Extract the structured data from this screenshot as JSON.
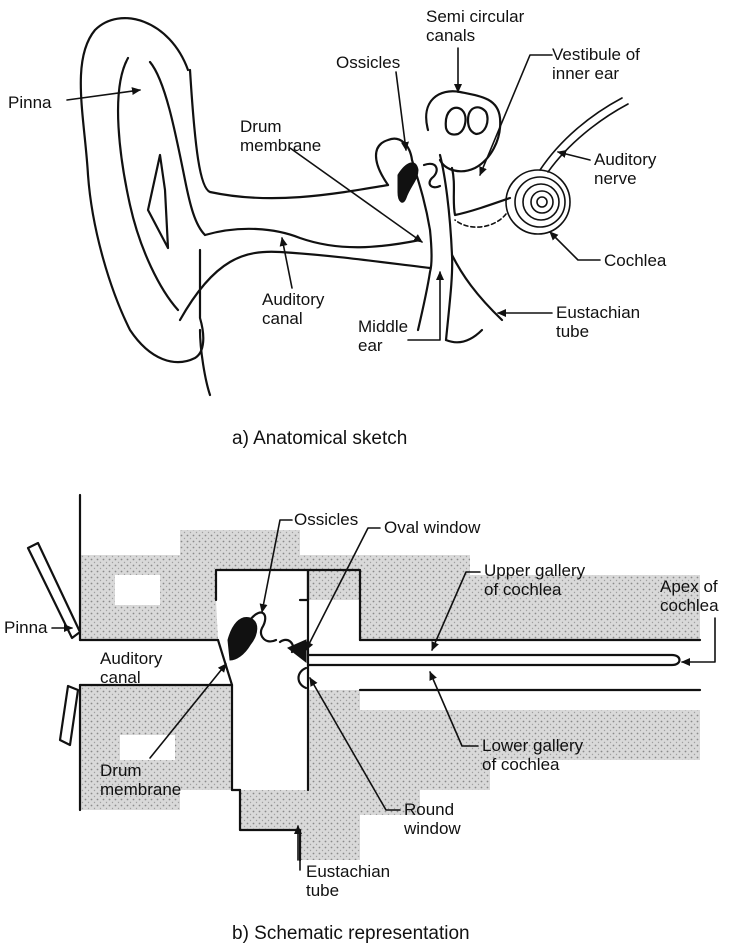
{
  "panel_a": {
    "caption": "a) Anatomical sketch",
    "labels": {
      "pinna": "Pinna",
      "semicircular_1": "Semi circular",
      "semicircular_2": "canals",
      "ossicles": "Ossicles",
      "vestibule_1": "Vestibule of",
      "vestibule_2": "inner ear",
      "drum_1": "Drum",
      "drum_2": "membrane",
      "auditory_nerve_1": "Auditory",
      "auditory_nerve_2": "nerve",
      "cochlea": "Cochlea",
      "auditory_canal_1": "Auditory",
      "auditory_canal_2": "canal",
      "eustachian_1": "Eustachian",
      "eustachian_2": "tube",
      "middle_ear_1": "Middle",
      "middle_ear_2": "ear"
    }
  },
  "panel_b": {
    "caption": "b) Schematic representation",
    "labels": {
      "ossicles": "Ossicles",
      "oval_window": "Oval window",
      "upper_gallery_1": "Upper gallery",
      "upper_gallery_2": "of cochlea",
      "apex_1": "Apex of",
      "apex_2": "cochlea",
      "pinna": "Pinna",
      "auditory_canal_1": "Auditory",
      "auditory_canal_2": "canal",
      "lower_gallery_1": "Lower gallery",
      "lower_gallery_2": "of cochlea",
      "drum_1": "Drum",
      "drum_2": "membrane",
      "round_window_1": "Round",
      "round_window_2": "window",
      "eustachian_1": "Eustachian",
      "eustachian_2": "tube"
    }
  },
  "colors": {
    "ink": "#111111",
    "stipple": "#d2d2d2",
    "paper": "#ffffff"
  }
}
